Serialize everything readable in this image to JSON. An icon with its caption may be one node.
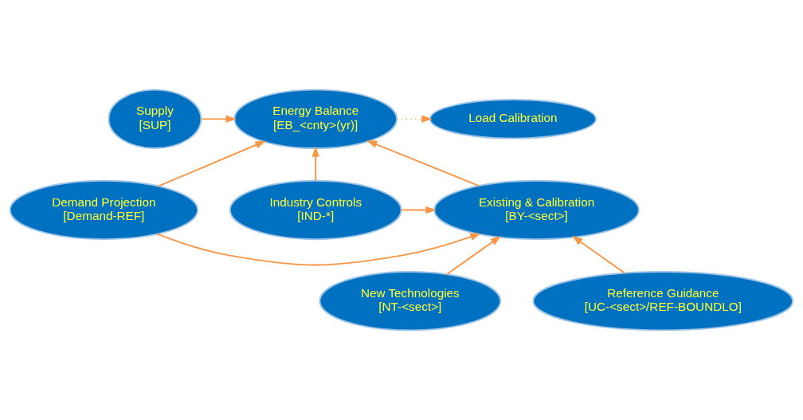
{
  "diagram": {
    "nodes": [
      {
        "text": [
          "Supply",
          "[SUP]"
        ]
      },
      {
        "text": [
          "Energy Balance",
          "[EB_<cnty>(yr)]"
        ]
      },
      {
        "text": [
          "Load Calibration"
        ]
      },
      {
        "text": [
          "Demand Projection",
          "[Demand-REF]"
        ]
      },
      {
        "text": [
          "Existing & Calibration",
          "[BY-<sect>]"
        ]
      },
      {
        "text": [
          "Industry Controls",
          "[IND-*]"
        ]
      },
      {
        "text": [
          "New Technologies",
          "[NT-<sect>]"
        ]
      },
      {
        "text": [
          "Reference Guidance",
          "[UC-<sect>/REF-BOUNDLO]"
        ]
      }
    ],
    "edges": [
      {
        "from": 0,
        "to": 1,
        "arrow": "to"
      },
      {
        "from": 1,
        "to": 2,
        "arrow": "to",
        "style": "dashed"
      },
      {
        "from": 3,
        "to": 4,
        "arrow": "to"
      },
      {
        "from": 5,
        "to": 4,
        "arrow": "to"
      },
      {
        "from": 3,
        "to": 1,
        "arrow": "to"
      },
      {
        "from": 4,
        "to": 1,
        "arrow": "to"
      },
      {
        "from": 5,
        "to": 1,
        "arrow": "to"
      },
      {
        "from": 6,
        "to": 4,
        "arrow": "to"
      },
      {
        "from": 7,
        "to": 4,
        "arrow": "to"
      }
    ]
  }
}
